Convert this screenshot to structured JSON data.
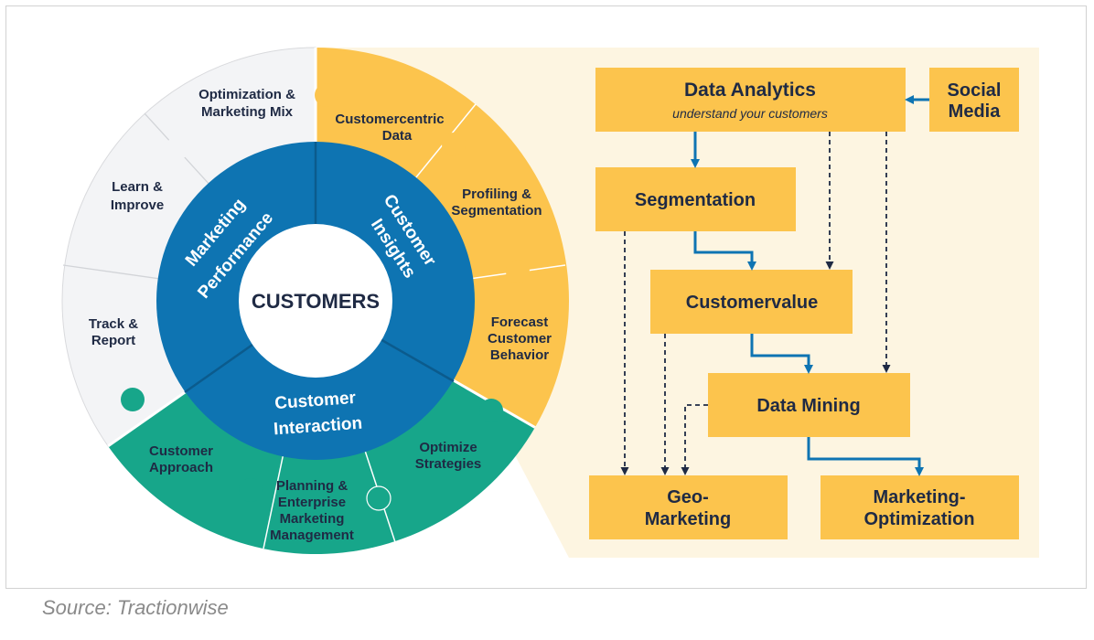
{
  "wheel": {
    "center": "CUSTOMERS",
    "segments": [
      {
        "line1": "Marketing",
        "line2": "Performance"
      },
      {
        "line1": "Customer",
        "line2": "Insights"
      },
      {
        "line1": "Customer",
        "line2": "Interaction"
      }
    ],
    "pieces": [
      {
        "lines": [
          "Optimization &",
          "Marketing Mix"
        ]
      },
      {
        "lines": [
          "Learn &",
          "Improve"
        ]
      },
      {
        "lines": [
          "Track &",
          "Report"
        ]
      },
      {
        "lines": [
          "Customercentric",
          "Data"
        ]
      },
      {
        "lines": [
          "Profiling &",
          "Segmentation"
        ]
      },
      {
        "lines": [
          "Forecast",
          "Customer",
          "Behavior"
        ]
      },
      {
        "lines": [
          "Customer",
          "Approach"
        ]
      },
      {
        "lines": [
          "Planning &",
          "Enterprise",
          "Marketing",
          "Management"
        ]
      },
      {
        "lines": [
          "Optimize",
          "Strategies"
        ]
      }
    ],
    "colors": {
      "gray": "#f3f4f6",
      "yellow": "#fcc44d",
      "green": "#17a68a",
      "blue": "#0e74b2",
      "text": "#1f2a44"
    }
  },
  "flow": {
    "data_analytics": {
      "title": "Data Analytics",
      "subtitle": "understand your customers"
    },
    "social_media": {
      "line1": "Social",
      "line2": "Media"
    },
    "segmentation": "Segmentation",
    "customervalue": "Customervalue",
    "data_mining": "Data Mining",
    "geo_marketing": {
      "line1": "Geo-",
      "line2": "Marketing"
    },
    "marketing_optimization": {
      "line1": "Marketing-",
      "line2": "Optimization"
    },
    "colors": {
      "box": "#fcc44d",
      "panel": "#fdf5e1",
      "arrow": "#0e74b2",
      "dashed": "#1f2a44"
    }
  },
  "source": "Source: Tractionwise"
}
